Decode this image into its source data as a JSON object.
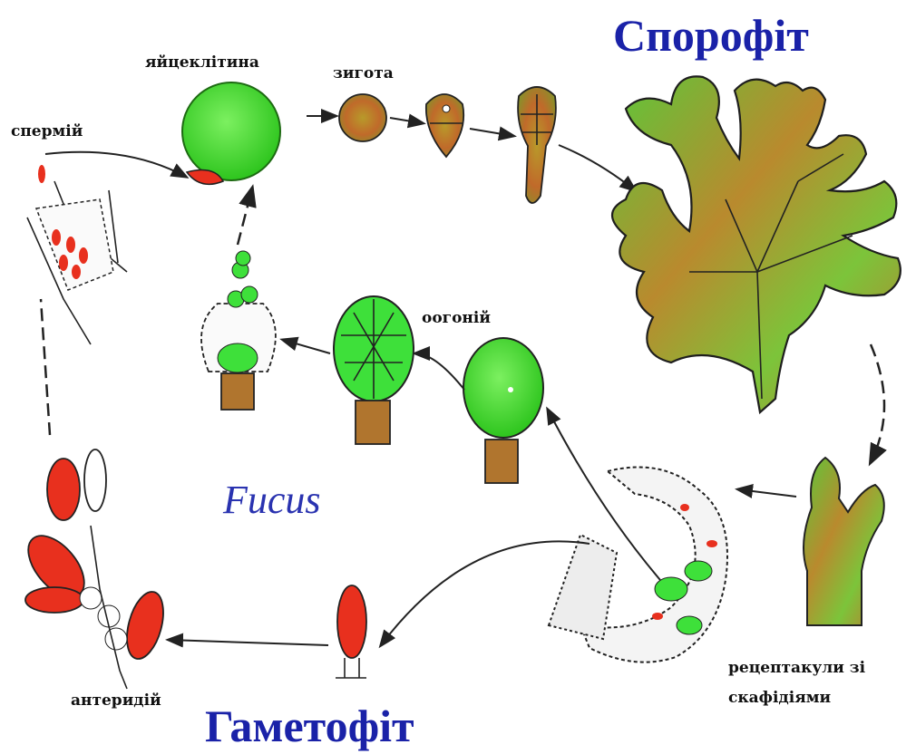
{
  "labels": {
    "sporophyte": "Спорофіт",
    "gametophyte": "Гаметофіт",
    "genus": "Fucus",
    "egg": "яйцеклітина",
    "zygote": "зигота",
    "sperm": "спермій",
    "oogonium": "оогоній",
    "antheridium": "антеридій",
    "receptacles_line1": "рецептакули зі",
    "receptacles_line2": "скафідіями"
  },
  "colors": {
    "green": "#3ee03a",
    "red": "#e8301e",
    "brown": "#a8612a",
    "title_blue": "#1a22a8"
  }
}
